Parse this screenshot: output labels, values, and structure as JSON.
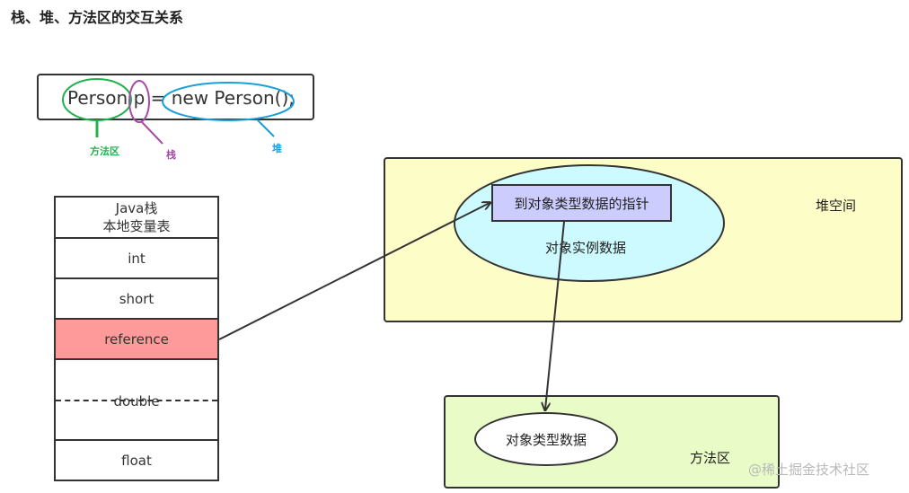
{
  "title": "栈、堆、方法区的交互关系",
  "code": {
    "text": "Person p = new Person();",
    "annotations": {
      "method_area": "方法区",
      "stack": "栈",
      "heap": "堆"
    }
  },
  "stack_table": {
    "header_line1": "Java栈",
    "header_line2": "本地变量表",
    "rows": [
      "int",
      "short",
      "reference",
      "double",
      "float"
    ]
  },
  "heap": {
    "label": "堆空间",
    "pointer": "到对象类型数据的指针",
    "instance": "对象实例数据"
  },
  "method_area": {
    "label": "方法区",
    "type_data": "对象类型数据"
  },
  "watermark": "@稀土掘金技术社区",
  "colors": {
    "method_area_annot": "#22b14c",
    "stack_annot": "#a64ca6",
    "heap_annot": "#1aa0d8",
    "reference_row": "#ff9a9a",
    "heap_bg": "#fdfdc8",
    "instance_ellipse": "#cdfaff",
    "pointer_box": "#ccccff",
    "method_bg": "#e9fcc8"
  }
}
